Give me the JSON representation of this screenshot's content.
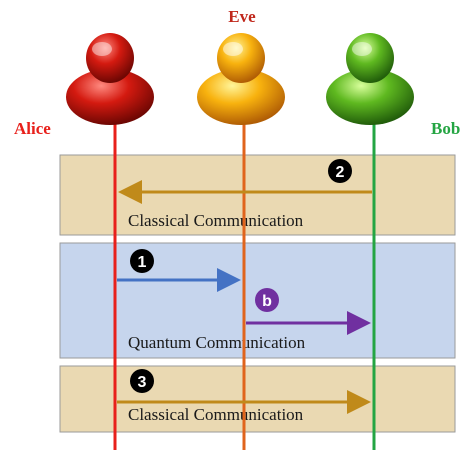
{
  "participants": [
    {
      "name": "Alice",
      "color": "#e8201b"
    },
    {
      "name": "Eve",
      "color": "#e0641c"
    },
    {
      "name": "Bob",
      "color": "#24a543"
    }
  ],
  "boxes": [
    {
      "label": "Classical Communication",
      "color": "#ead9b2"
    },
    {
      "label": "Quantum Communication",
      "color": "#c6d5ed"
    },
    {
      "label": "Classical Communication",
      "color": "#ead9b2"
    }
  ],
  "steps": [
    {
      "badge": "2",
      "color": "#000000"
    },
    {
      "badge": "1",
      "color": "#000000"
    },
    {
      "badge": "b",
      "color": "#7030a0"
    },
    {
      "badge": "3",
      "color": "#000000"
    }
  ],
  "arrow_colors": {
    "classical": "#c08a1a",
    "quantum": "#4472c4",
    "eve": "#7030a0"
  }
}
